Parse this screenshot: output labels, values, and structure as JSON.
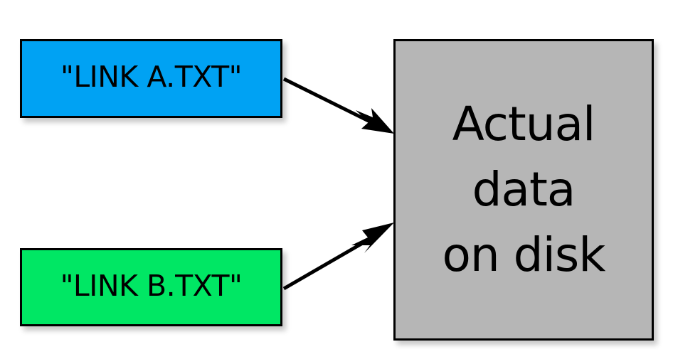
{
  "diagram": {
    "title_text_present": false,
    "background_color": "#FFFFFF",
    "nodes": [
      {
        "id": "link-a",
        "label": "\"LINK A.TXT\"",
        "shape": "rectangle",
        "fill_color": "#00A2F3",
        "border_color": "#000000",
        "text_color": "#000000"
      },
      {
        "id": "link-b",
        "label": "\"LINK B.TXT\"",
        "shape": "rectangle",
        "fill_color": "#00E764",
        "border_color": "#000000",
        "text_color": "#000000"
      },
      {
        "id": "disk",
        "label_lines": [
          "Actual",
          "data",
          "on disk"
        ],
        "shape": "rectangle",
        "fill_color": "#B6B6B6",
        "border_color": "#000000",
        "text_color": "#000000"
      }
    ],
    "edges": [
      {
        "id": "edge-a-to-disk",
        "from": "link-a",
        "to": "disk",
        "label": "",
        "style": "solid",
        "color": "#000000",
        "arrowhead": "barbed"
      },
      {
        "id": "edge-b-to-disk",
        "from": "link-b",
        "to": "disk",
        "label": "",
        "style": "solid",
        "color": "#000000",
        "arrowhead": "barbed"
      }
    ]
  }
}
